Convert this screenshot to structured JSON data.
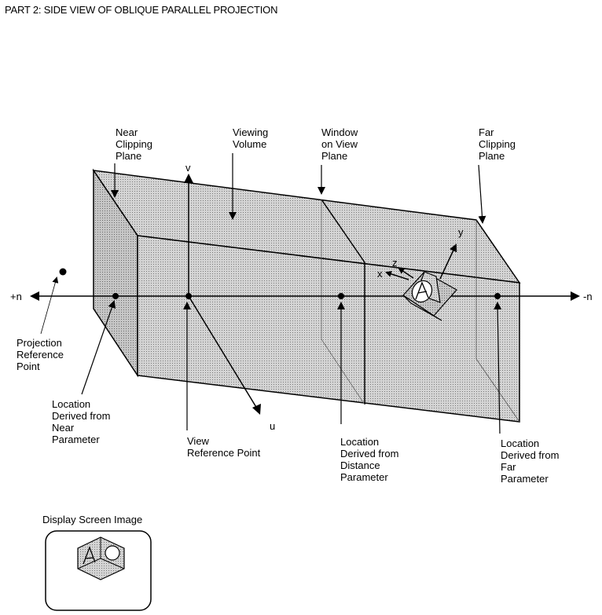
{
  "title": "PART 2: SIDE VIEW OF OBLIQUE PARALLEL PROJECTION",
  "labels": {
    "near_clipping_plane": [
      "Near",
      "Clipping",
      "Plane"
    ],
    "viewing_volume": [
      "Viewing",
      "Volume"
    ],
    "window_on_view_plane": [
      "Window",
      "on View",
      "Plane"
    ],
    "far_clipping_plane": [
      "Far",
      "Clipping",
      "Plane"
    ],
    "axis_v": "v",
    "axis_u": "u",
    "axis_plus_n": "+n",
    "axis_minus_n": "-n",
    "object_y": "y",
    "object_z": "z",
    "object_x": "x",
    "projection_reference_point": [
      "Projection",
      "Reference",
      "Point"
    ],
    "location_near": [
      "Location",
      "Derived from",
      "Near",
      "Parameter"
    ],
    "view_reference_point": [
      "View",
      "Reference Point"
    ],
    "location_distance": [
      "Location",
      "Derived from",
      "Distance",
      "Parameter"
    ],
    "location_far": [
      "Location",
      "Derived from",
      "Far",
      "Parameter"
    ],
    "display_screen_image": "Display Screen Image"
  },
  "colors": {
    "volume_fill": "#b8b8b8",
    "face_fill": "#c8c8c8",
    "line": "#000000",
    "background": "#ffffff"
  }
}
